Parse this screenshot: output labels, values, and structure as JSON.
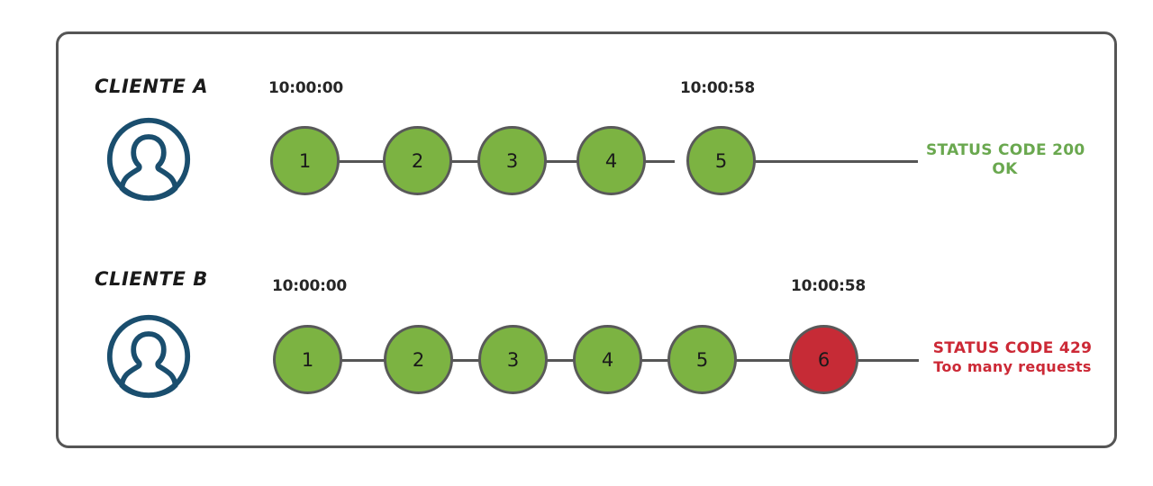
{
  "diagram": {
    "title_present": false,
    "colors": {
      "frame_border": "#555555",
      "node_green": "#7cb342",
      "node_red": "#c62b36",
      "node_stroke": "#595959",
      "connector": "#555555",
      "avatar": "#1a4e6e",
      "status_ok": "#6aa84f",
      "status_error": "#cc2936",
      "text": "#1a1a1a",
      "background": "#ffffff"
    },
    "rows": [
      {
        "id": "client-a",
        "label": "CLIENTE A",
        "avatar_icon": "user-avatar-icon",
        "time_start": "10:00:00",
        "time_end": "10:00:58",
        "nodes": [
          {
            "value": "1",
            "state": "ok"
          },
          {
            "value": "2",
            "state": "ok"
          },
          {
            "value": "3",
            "state": "ok"
          },
          {
            "value": "4",
            "state": "ok"
          },
          {
            "value": "5",
            "state": "ok"
          }
        ],
        "status": {
          "line1": "STATUS CODE 200",
          "line2": "OK",
          "state": "ok"
        }
      },
      {
        "id": "client-b",
        "label": "CLIENTE B",
        "avatar_icon": "user-avatar-icon",
        "time_start": "10:00:00",
        "time_end": "10:00:58",
        "nodes": [
          {
            "value": "1",
            "state": "ok"
          },
          {
            "value": "2",
            "state": "ok"
          },
          {
            "value": "3",
            "state": "ok"
          },
          {
            "value": "4",
            "state": "ok"
          },
          {
            "value": "5",
            "state": "ok"
          },
          {
            "value": "6",
            "state": "error"
          }
        ],
        "status": {
          "line1": "STATUS CODE 429",
          "line2": "Too many requests",
          "state": "error"
        }
      }
    ]
  }
}
